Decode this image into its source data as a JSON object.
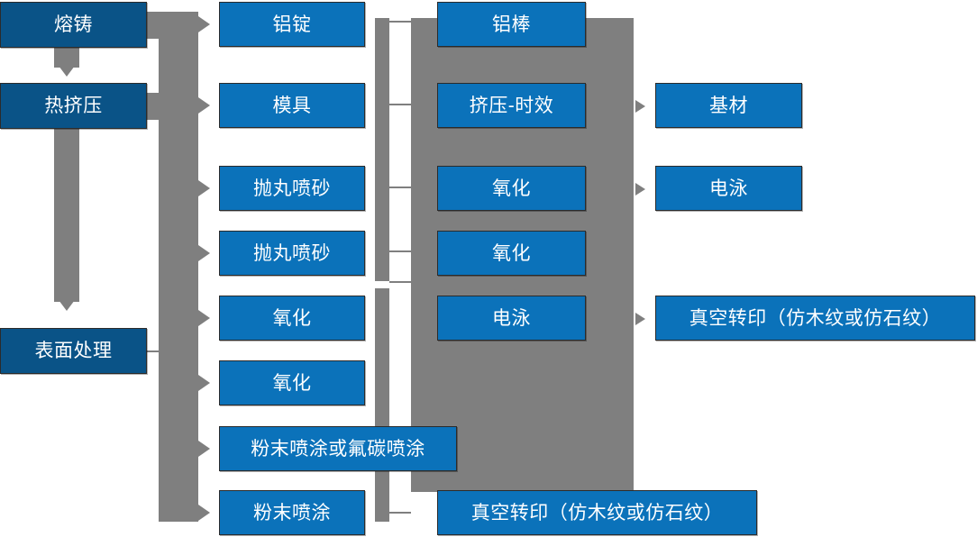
{
  "diagram": {
    "type": "flowchart",
    "title": "",
    "colors": {
      "stage_box": "#0a5387",
      "step_box": "#0b72ba",
      "connector": "#7f7f7f",
      "box_border": "#2b2b2b",
      "text": "#ffffff",
      "background": "#ffffff"
    },
    "columns": {
      "stages": {
        "name": "stages",
        "items": [
          {
            "id": "stage-1",
            "label": "熔铸"
          },
          {
            "id": "stage-2",
            "label": "热挤压"
          },
          {
            "id": "stage-3",
            "label": "表面处理"
          }
        ]
      },
      "steps": {
        "name": "steps",
        "items": [
          {
            "id": "step-1",
            "label": "铝锭"
          },
          {
            "id": "step-2",
            "label": "模具"
          },
          {
            "id": "step-3",
            "label": "抛丸喷砂"
          },
          {
            "id": "step-4",
            "label": "抛丸喷砂"
          },
          {
            "id": "step-5",
            "label": "氧化"
          },
          {
            "id": "step-6",
            "label": "氧化"
          },
          {
            "id": "step-7",
            "label": "粉末喷涂或氟碳喷涂"
          },
          {
            "id": "step-8",
            "label": "粉末喷涂"
          }
        ]
      },
      "processes": {
        "name": "processes",
        "items": [
          {
            "id": "proc-1",
            "label": "铝棒"
          },
          {
            "id": "proc-2",
            "label": "挤压-时效"
          },
          {
            "id": "proc-3",
            "label": "氧化"
          },
          {
            "id": "proc-4",
            "label": "氧化"
          },
          {
            "id": "proc-5",
            "label": "电泳"
          },
          {
            "id": "proc-6",
            "label": "真空转印（仿木纹或仿石纹）"
          }
        ]
      },
      "outputs": {
        "name": "outputs",
        "items": [
          {
            "id": "out-1",
            "label": "基材"
          },
          {
            "id": "out-2",
            "label": "电泳"
          },
          {
            "id": "out-3",
            "label": "真空转印（仿木纹或仿石纹）"
          }
        ]
      }
    }
  }
}
